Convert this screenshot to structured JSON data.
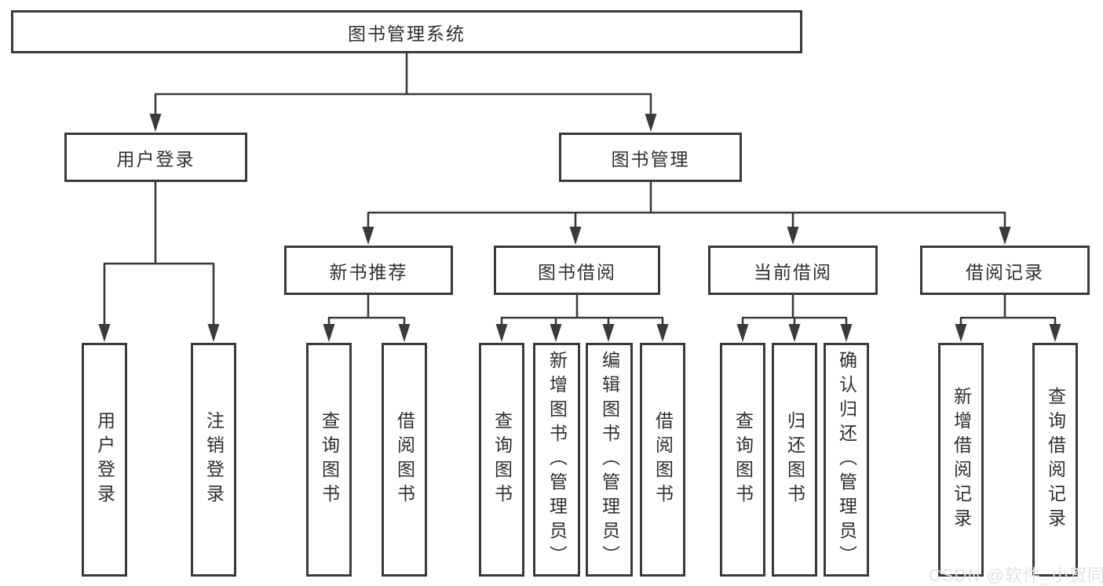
{
  "tree": {
    "root": "图书管理系统",
    "user_login": {
      "label": "用户登录",
      "children": {
        "login": "用户登录",
        "logout": "注销登录"
      }
    },
    "book_mgmt": {
      "label": "图书管理",
      "new_book_rec": {
        "label": "新书推荐",
        "children": {
          "query": "查询图书",
          "borrow": "借阅图书"
        }
      },
      "book_borrow": {
        "label": "图书借阅",
        "children": {
          "query": "查询图书",
          "add": "新增图书（管理员）",
          "edit": "编辑图书（管理员）",
          "borrow": "借阅图书"
        }
      },
      "current_borrow": {
        "label": "当前借阅",
        "children": {
          "query": "查询图书",
          "return": "归还图书",
          "confirm": "确认归还（管理员）"
        }
      },
      "borrow_records": {
        "label": "借阅记录",
        "children": {
          "add": "新增借阅记录",
          "query": "查询借阅记录"
        }
      }
    }
  },
  "watermark": "CSDN @软件_小贺同学",
  "colors": {
    "line": "#3a3a3a",
    "text": "#2f2f2f",
    "watermark_text": "#e2e2e2",
    "background": "#ffffff"
  }
}
